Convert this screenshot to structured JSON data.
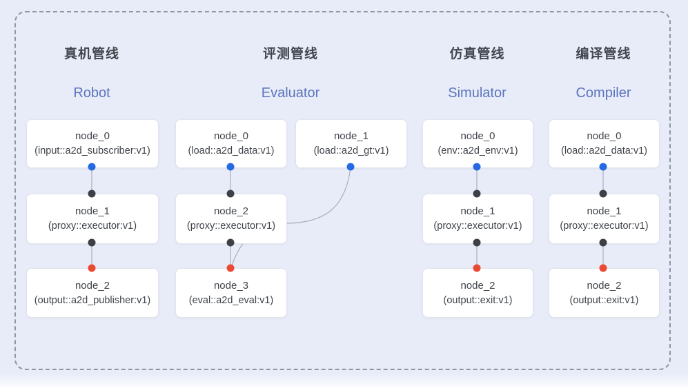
{
  "figure": {
    "description": "Four pipeline diagrams inside a dashed rounded frame",
    "colors": {
      "background": "#e8ecf8",
      "frame_dash": "#8f95a3",
      "node_background": "#ffffff",
      "node_border": "#e1e4ec",
      "node_text": "#3f434a",
      "chinese_title": "#42464f",
      "english_subtitle": "#5b74bd",
      "edge_line": "#a7afc0",
      "port_blue": "#2569e3",
      "port_dark": "#3d4145",
      "port_red": "#ea4a33"
    }
  },
  "pipelines": [
    {
      "title": "真机管线",
      "subtitle": "Robot",
      "nodes": [
        {
          "name": "node_0",
          "type": "(input::a2d_subscriber:v1)"
        },
        {
          "name": "node_1",
          "type": "(proxy::executor:v1)"
        },
        {
          "name": "node_2",
          "type": "(output::a2d_publisher:v1)"
        }
      ]
    },
    {
      "title": "评测管线",
      "subtitle": "Evaluator",
      "nodes": [
        {
          "name": "node_0",
          "type": "(load::a2d_data:v1)"
        },
        {
          "name": "node_1",
          "type": "(load::a2d_gt:v1)"
        },
        {
          "name": "node_2",
          "type": "(proxy::executor:v1)"
        },
        {
          "name": "node_3",
          "type": "(eval::a2d_eval:v1)"
        }
      ]
    },
    {
      "title": "仿真管线",
      "subtitle": "Simulator",
      "nodes": [
        {
          "name": "node_0",
          "type": "(env::a2d_env:v1)"
        },
        {
          "name": "node_1",
          "type": "(proxy::executor:v1)"
        },
        {
          "name": "node_2",
          "type": "(output::exit:v1)"
        }
      ]
    },
    {
      "title": "编译管线",
      "subtitle": "Compiler",
      "nodes": [
        {
          "name": "node_0",
          "type": "(load::a2d_data:v1)"
        },
        {
          "name": "node_1",
          "type": "(proxy::executor:v1)"
        },
        {
          "name": "node_2",
          "type": "(output::exit:v1)"
        }
      ]
    }
  ]
}
